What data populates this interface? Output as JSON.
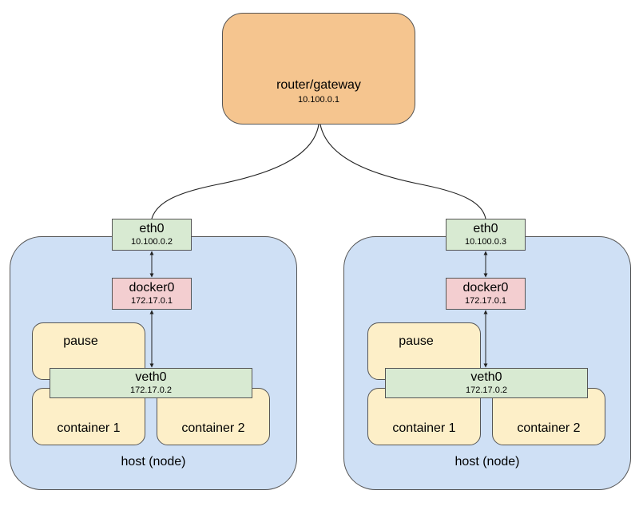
{
  "router": {
    "name": "router/gateway",
    "ip": "10.100.0.1"
  },
  "hosts": [
    {
      "label": "host (node)",
      "eth": {
        "name": "eth0",
        "ip": "10.100.0.2"
      },
      "docker": {
        "name": "docker0",
        "ip": "172.17.0.1"
      },
      "veth": {
        "name": "veth0",
        "ip": "172.17.0.2"
      },
      "pause": "pause",
      "container1": "container 1",
      "container2": "container 2"
    },
    {
      "label": "host (node)",
      "eth": {
        "name": "eth0",
        "ip": "10.100.0.3"
      },
      "docker": {
        "name": "docker0",
        "ip": "172.17.0.1"
      },
      "veth": {
        "name": "veth0",
        "ip": "172.17.0.2"
      },
      "pause": "pause",
      "container1": "container 1",
      "container2": "container 2"
    }
  ],
  "colors": {
    "router": "#f5c58f",
    "host": "#cfe0f5",
    "interface_green": "#d8ead2",
    "docker_pink": "#f3ced0",
    "container_yellow": "#fdefc8"
  }
}
